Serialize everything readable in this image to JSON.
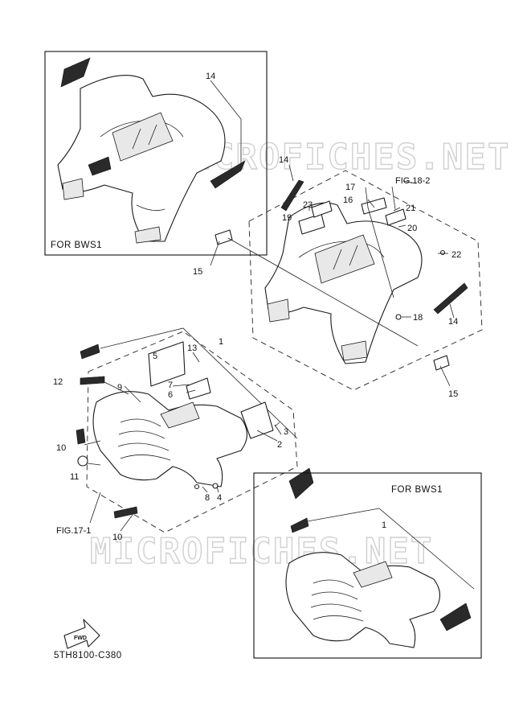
{
  "watermarks": [
    "MICROFICHES.NET",
    "MICROFICHES.NET"
  ],
  "inset_top": {
    "caption": "FOR  BWS1",
    "callout": "14"
  },
  "inset_bottom": {
    "caption": "FOR  BWS1",
    "callout": "1"
  },
  "rear_group": {
    "fig_ref": "FIG.18-2",
    "callouts": [
      "14",
      "23",
      "16",
      "17",
      "21",
      "19",
      "20",
      "22",
      "15",
      "18",
      "14",
      "15"
    ]
  },
  "front_group": {
    "fig_ref": "FIG.17-1",
    "callouts": [
      "1",
      "13",
      "5",
      "12",
      "9",
      "7",
      "6",
      "3",
      "2",
      "10",
      "11",
      "8",
      "4",
      "10"
    ]
  },
  "fwd_arrow": "FWD",
  "diagram_code": "5TH8100-C380"
}
